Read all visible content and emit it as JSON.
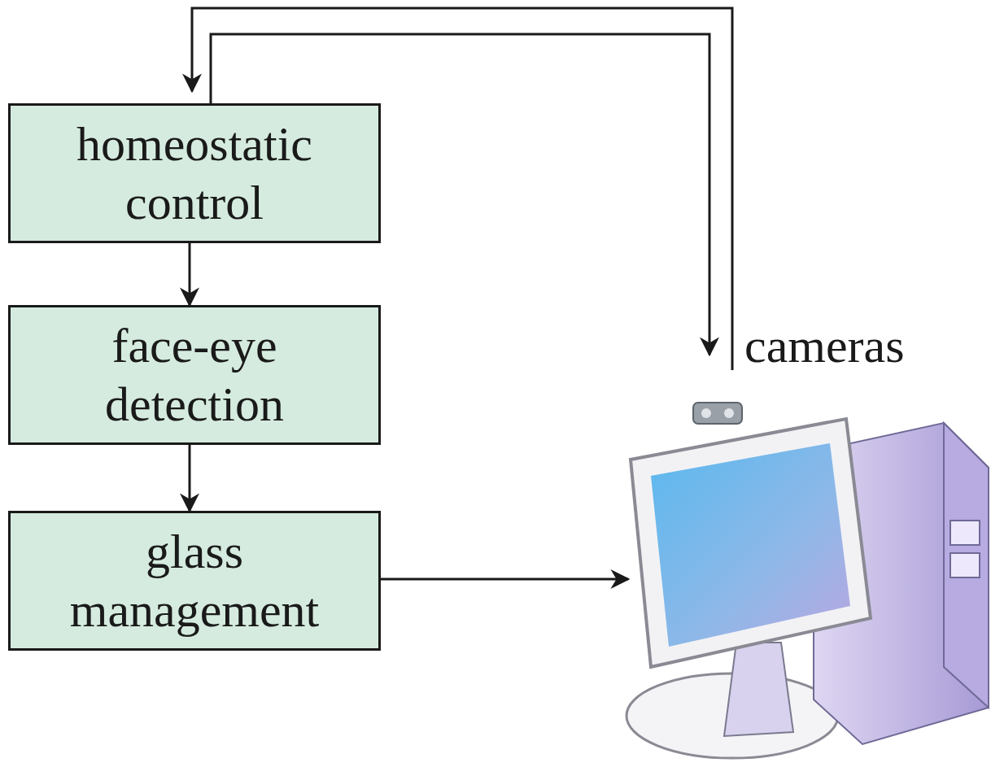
{
  "diagram": {
    "nodes": [
      {
        "text": [
          "homeostatic control"
        ]
      },
      {
        "text": [
          "face-eye detection"
        ]
      },
      {
        "text": [
          "glass management"
        ]
      }
    ],
    "edges": [
      {
        "from": 0,
        "to": 1,
        "arrow": "to"
      },
      {
        "from": 1,
        "to": 2,
        "arrow": "to"
      }
    ],
    "labels": [
      "cameras"
    ]
  }
}
